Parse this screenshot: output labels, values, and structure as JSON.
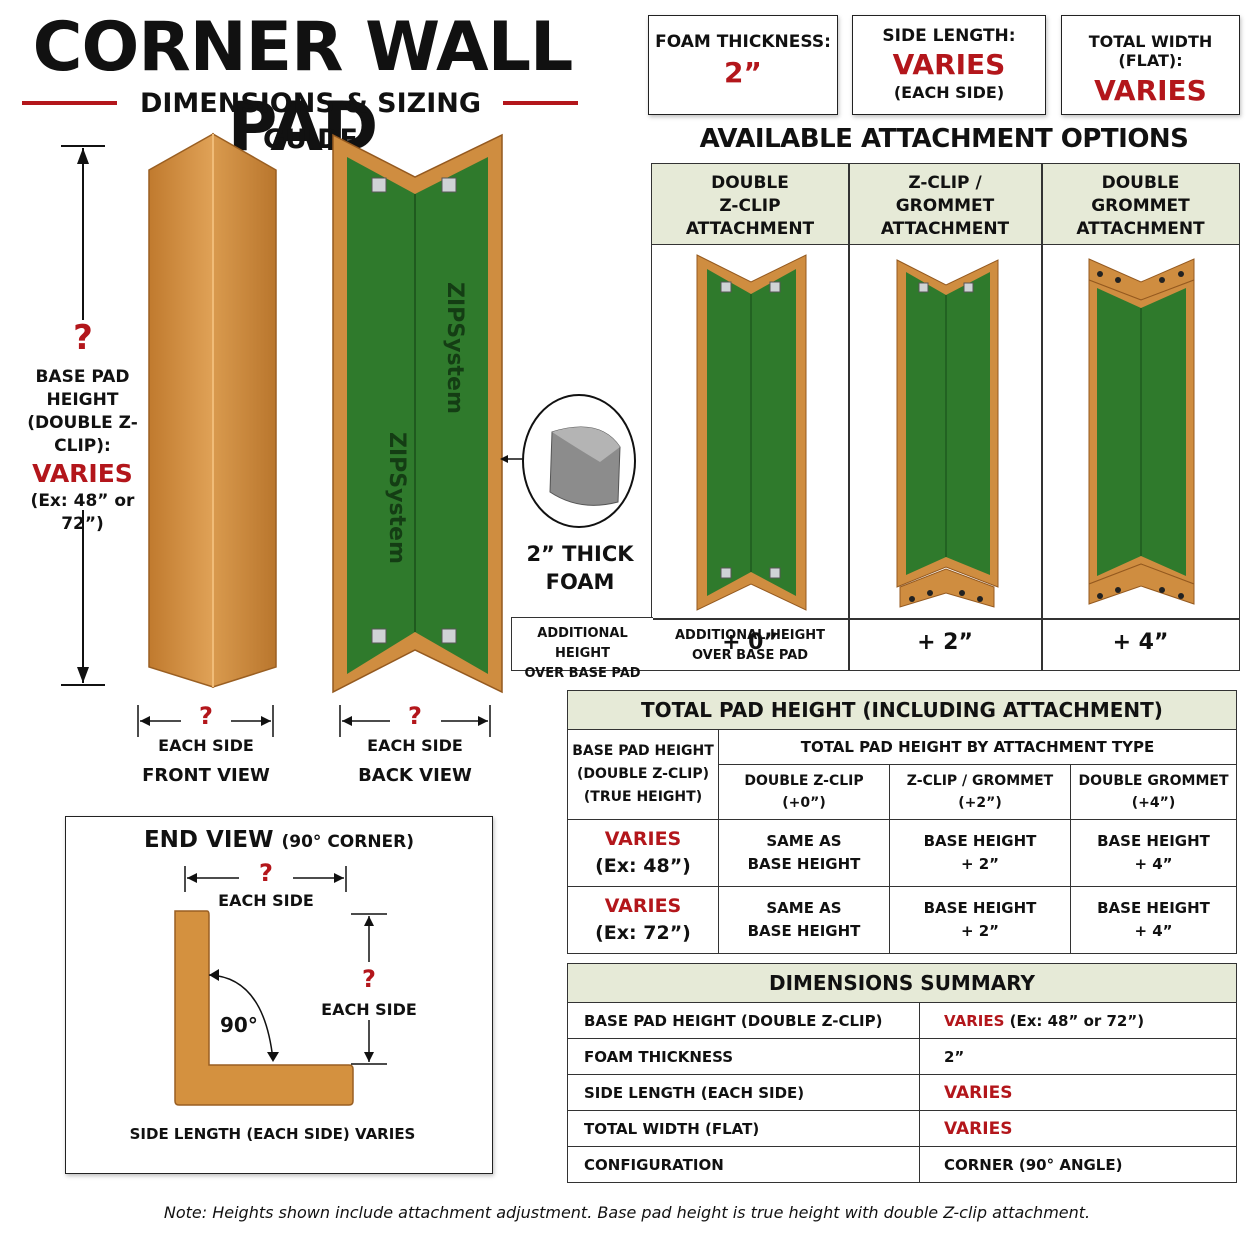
{
  "header": {
    "title": "CORNER WALL PAD",
    "subtitle": "DIMENSIONS & SIZING GUIDE"
  },
  "spec_boxes": [
    {
      "label": "FOAM THICKNESS:",
      "value": "2”",
      "sub": ""
    },
    {
      "label": "SIDE LENGTH:",
      "value": "VARIES",
      "sub": "(EACH SIDE)"
    },
    {
      "label": "TOTAL WIDTH (FLAT):",
      "value": "VARIES",
      "sub": ""
    }
  ],
  "height_dim": {
    "qmark": "?",
    "line1": "BASE PAD",
    "line2": "HEIGHT",
    "line3": "(DOUBLE Z-CLIP):",
    "value": "VARIES",
    "example": "(Ex: 48” or 72”)"
  },
  "front_view": {
    "qmark": "?",
    "each_side": "EACH SIDE",
    "label": "FRONT VIEW"
  },
  "back_view": {
    "qmark": "?",
    "each_side": "EACH SIDE",
    "label": "BACK VIEW"
  },
  "foam_callout": {
    "line1": "2” THICK",
    "line2": "FOAM"
  },
  "pad_brand": {
    "name": "ZIPSystem"
  },
  "attachment": {
    "title": "AVAILABLE ATTACHMENT OPTIONS",
    "columns": [
      {
        "line1": "DOUBLE",
        "line2": "Z-CLIP",
        "line3": "ATTACHMENT",
        "extra": "+ 0”"
      },
      {
        "line1": "Z-CLIP /",
        "line2": "GROMMET",
        "line3": "ATTACHMENT",
        "extra": "+ 2”"
      },
      {
        "line1": "DOUBLE",
        "line2": "GROMMET",
        "line3": "ATTACHMENT",
        "extra": "+ 4”"
      }
    ],
    "row_label_1": "ADDITIONAL HEIGHT",
    "row_label_2": "OVER BASE PAD"
  },
  "total_height": {
    "title": "TOTAL PAD HEIGHT (INCLUDING ATTACHMENT)",
    "base_header": [
      "BASE PAD HEIGHT",
      "(DOUBLE Z-CLIP)",
      "(TRUE HEIGHT)"
    ],
    "by_type_header": "TOTAL PAD HEIGHT BY ATTACHMENT TYPE",
    "type_headers": [
      {
        "name": "DOUBLE Z-CLIP",
        "add": "(+0”)"
      },
      {
        "name": "Z-CLIP / GROMMET",
        "add": "(+2”)"
      },
      {
        "name": "DOUBLE GROMMET",
        "add": "(+4”)"
      }
    ],
    "rows": [
      {
        "base": "VARIES",
        "example": "(Ex: 48”)",
        "c1": [
          "SAME AS",
          "BASE HEIGHT"
        ],
        "c2": [
          "BASE HEIGHT",
          "+ 2”"
        ],
        "c3": [
          "BASE HEIGHT",
          "+ 4”"
        ]
      },
      {
        "base": "VARIES",
        "example": "(Ex: 72”)",
        "c1": [
          "SAME AS",
          "BASE HEIGHT"
        ],
        "c2": [
          "BASE HEIGHT",
          "+ 2”"
        ],
        "c3": [
          "BASE HEIGHT",
          "+ 4”"
        ]
      }
    ]
  },
  "end_view": {
    "title": "END VIEW",
    "title_sub": "(90° CORNER)",
    "qmark": "?",
    "each_side_top": "EACH SIDE",
    "each_side_right": "EACH SIDE",
    "angle": "90°",
    "caption": "SIDE LENGTH (EACH SIDE) VARIES"
  },
  "summary": {
    "title": "DIMENSIONS SUMMARY",
    "rows": [
      {
        "label": "BASE PAD HEIGHT (DOUBLE Z-CLIP)",
        "value_red": "VARIES",
        "value": " (Ex: 48” or 72”)"
      },
      {
        "label": "FOAM THICKNESS",
        "value_red": "",
        "value": "2”"
      },
      {
        "label": "SIDE LENGTH (EACH SIDE)",
        "value_red": "VARIES",
        "value": ""
      },
      {
        "label": "TOTAL WIDTH (FLAT)",
        "value_red": "VARIES",
        "value": ""
      },
      {
        "label": "CONFIGURATION",
        "value_red": "",
        "value": "CORNER (90° ANGLE)"
      }
    ]
  },
  "note": "Note:  Heights shown include attachment adjustment. Base pad height is true height with double Z-clip attachment.",
  "colors": {
    "accent_red": "#b3161b",
    "pad_tan": "#d4913f",
    "pad_green": "#2f7a2c",
    "header_bg": "#e6ead7"
  }
}
